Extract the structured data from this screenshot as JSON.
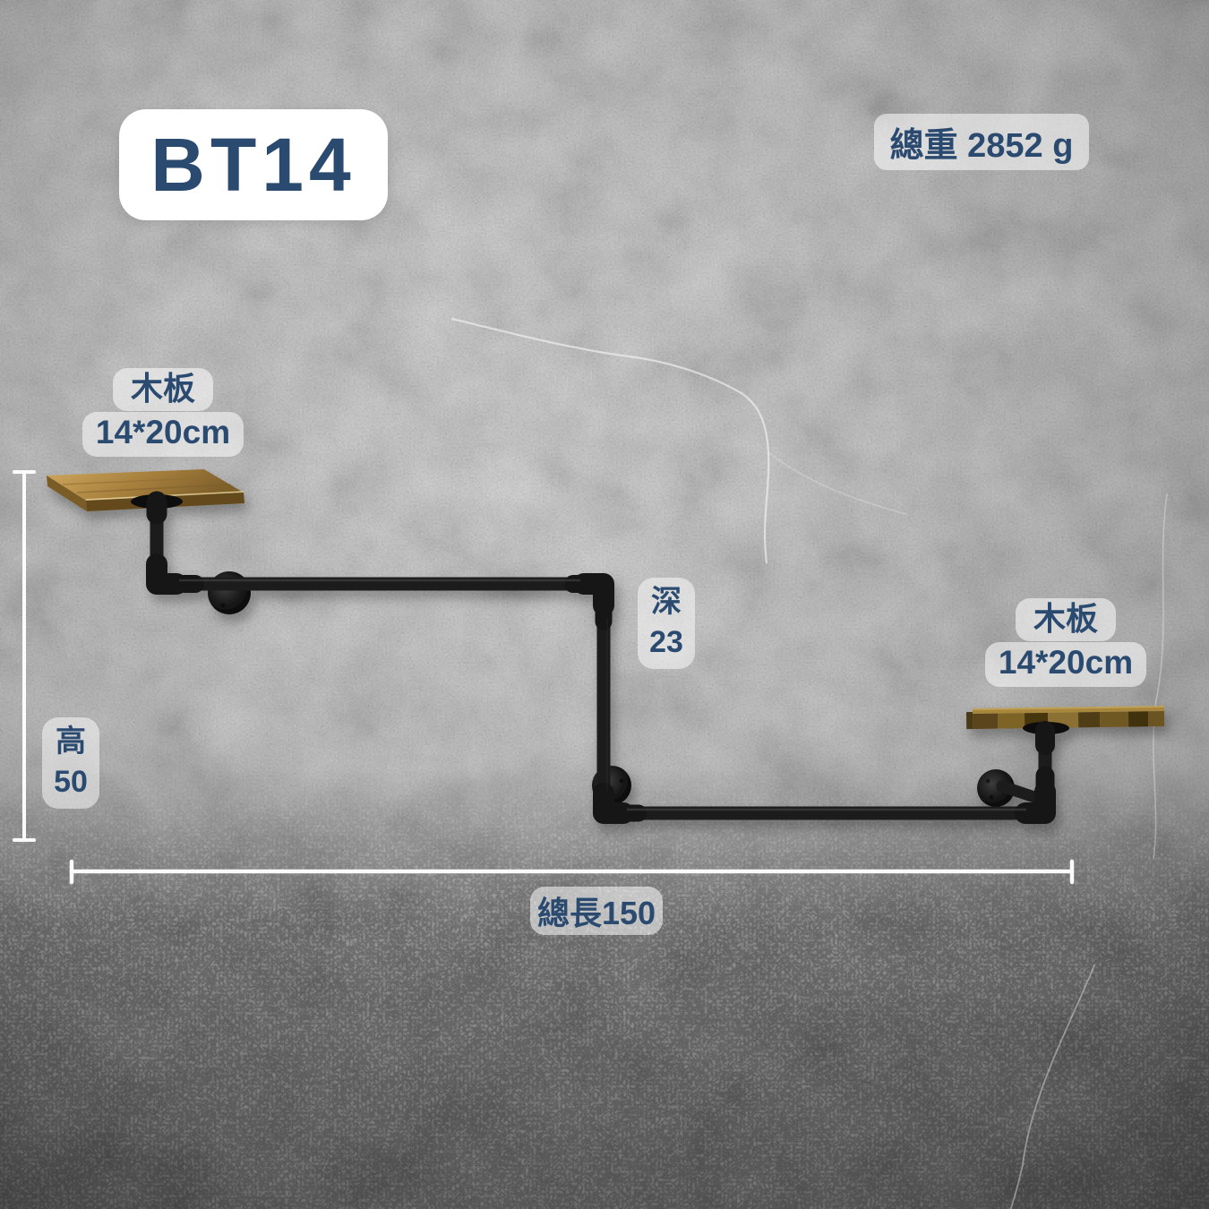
{
  "badges": {
    "model": "BT14",
    "weight": "總重 2852 g"
  },
  "annotations": {
    "left_board": {
      "line1": "木板",
      "line2": "14*20cm"
    },
    "right_board": {
      "line1": "木板",
      "line2": "14*20cm"
    },
    "height": {
      "line1": "高",
      "line2": "50"
    },
    "depth": {
      "line1": "深",
      "line2": "23"
    },
    "total_length": "總長150"
  },
  "colors": {
    "annotation_text": "#2b4a70",
    "badge_background": "#ffffff",
    "pill_background": "rgba(255,255,255,0.55)",
    "pipe": "#1a1a1a",
    "fitting": "#131313",
    "wood_light": "#c9a258",
    "wood_dark": "#6b531f",
    "dimension_line": "#ffffff",
    "wall_base": "#c5c5c5"
  }
}
